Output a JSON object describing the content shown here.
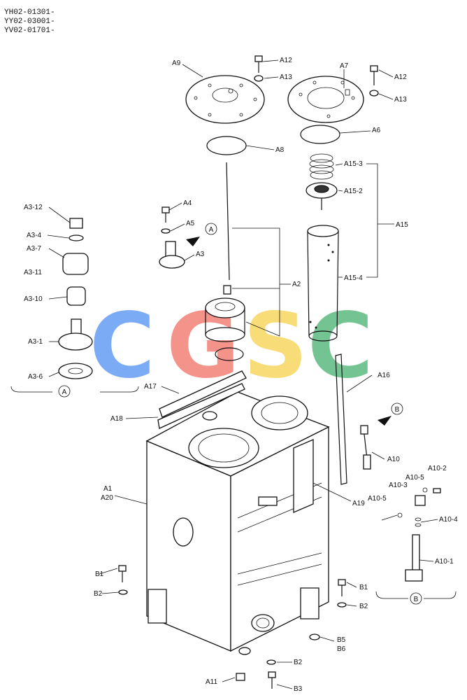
{
  "serials": [
    "YH02-01301-",
    "YY02-03001-",
    "YV02-01701-"
  ],
  "watermark": {
    "letters": [
      "C",
      "G",
      "S",
      "C"
    ],
    "colors": [
      "#4a8cf2",
      "#ef6a5e",
      "#f6cf45",
      "#3fae6a"
    ]
  },
  "views": {
    "a": "A",
    "b": "B"
  },
  "labels": {
    "A9": "A9",
    "A12_left": "A12",
    "A13_left": "A13",
    "A7": "A7",
    "A12_right": "A12",
    "A13_right": "A13",
    "A8": "A8",
    "A6": "A6",
    "A15_3": "A15-3",
    "A15_2": "A15-2",
    "A15": "A15",
    "A15_4": "A15-4",
    "A3_12": "A3-12",
    "A3_4": "A3-4",
    "A3_7": "A3-7",
    "A3_11": "A3-11",
    "A3_10": "A3-10",
    "A3_1": "A3-1",
    "A3_6": "A3-6",
    "A4": "A4",
    "A5": "A5",
    "A3": "A3",
    "A2": "A2",
    "A16": "A16",
    "A17": "A17",
    "A18": "A18",
    "A10": "A10",
    "A10_2": "A10-2",
    "A10_5_top": "A10-5",
    "A10_3": "A10-3",
    "A10_5_left": "A10-5",
    "A10_4": "A10-4",
    "A10_1": "A10-1",
    "A1": "A1",
    "A20": "A20",
    "A19": "A19",
    "B1_left": "B1",
    "B2_left": "B2",
    "B1_right": "B1",
    "B2_right": "B2",
    "B5": "B5",
    "B6": "B6",
    "B2_bottom": "B2",
    "A11": "A11",
    "B3": "B3"
  }
}
